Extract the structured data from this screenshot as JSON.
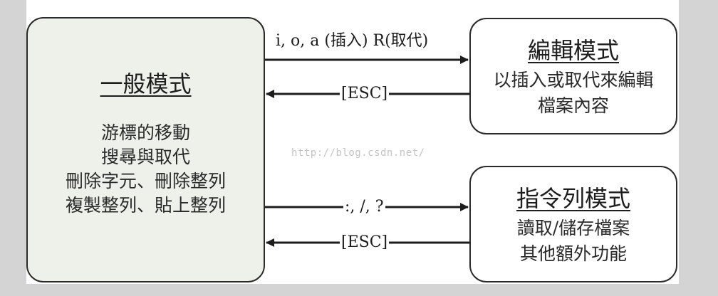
{
  "normal_mode": {
    "title": "一般模式",
    "lines": [
      "游標的移動",
      "搜尋與取代",
      "刪除字元、刪除整列",
      "複製整列、貼上整列"
    ]
  },
  "edit_mode": {
    "title": "編輯模式",
    "lines": [
      "以插入或取代來編輯",
      "檔案內容"
    ]
  },
  "command_mode": {
    "title": "指令列模式",
    "lines": [
      "讀取/儲存檔案",
      "其他額外功能"
    ]
  },
  "transitions": {
    "to_edit": "i, o, a (插入) R(取代)",
    "from_edit": "[ESC]",
    "to_command": ":, /, ?",
    "from_command": "[ESC]"
  },
  "watermark": "http://blog.csdn.net/"
}
